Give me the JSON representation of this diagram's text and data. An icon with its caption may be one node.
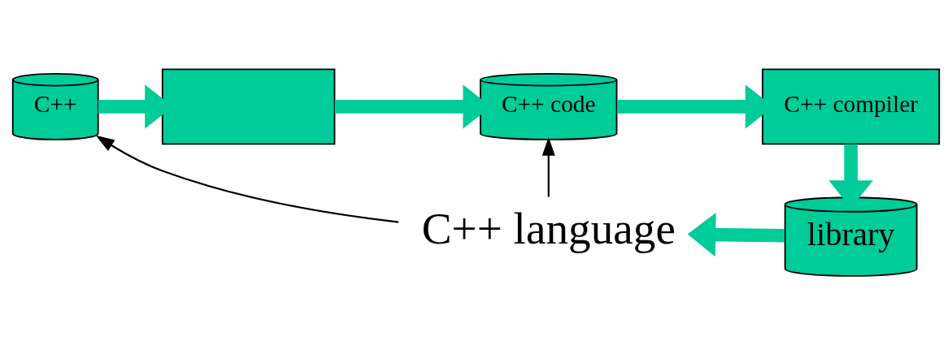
{
  "diagram": {
    "nodes": [
      {
        "text": [
          "C++"
        ]
      },
      {
        "text": [],
        "shape": "box"
      },
      {
        "text": [
          "C++ code"
        ]
      },
      {
        "text": [
          "C++ compiler"
        ]
      },
      {
        "text": [
          "library"
        ]
      },
      {
        "text": [
          "C++ language"
        ]
      }
    ],
    "edges": [
      {
        "from": 0,
        "to": 1,
        "arrow": "to"
      },
      {
        "from": 1,
        "to": 2,
        "arrow": "to"
      },
      {
        "from": 2,
        "to": 3,
        "arrow": "to"
      },
      {
        "from": 3,
        "to": 4,
        "arrow": "to"
      },
      {
        "from": 4,
        "to": 5,
        "arrow": "to"
      },
      {
        "from": 5,
        "to": 0,
        "arrow": "to",
        "color": "#000000"
      },
      {
        "from": 5,
        "to": 2,
        "arrow": "to",
        "color": "#000000"
      }
    ]
  }
}
